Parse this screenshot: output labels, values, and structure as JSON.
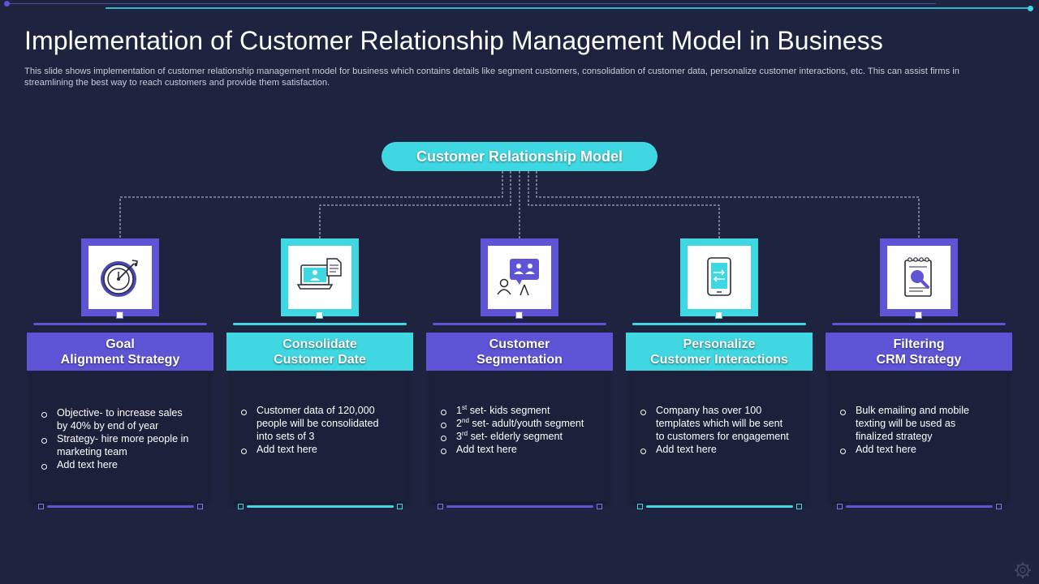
{
  "title": "Implementation of Customer Relationship Management Model in Business",
  "subtitle": "This slide shows implementation of customer relationship management model for business which contains details like segment customers, consolidation of customer data, personalize customer interactions, etc. This can assist firms in streamlining the best way to reach customers and provide them satisfaction.",
  "root": {
    "label": "Customer Relationship Model"
  },
  "colors": {
    "purple": "#5d55d6",
    "teal": "#3fd7e1",
    "background": "#1e2440",
    "card": "#1b213b"
  },
  "columns": [
    {
      "theme": "purple",
      "icon": "target-icon",
      "header": [
        "Goal",
        "Alignment Strategy"
      ],
      "bullets": [
        [
          "Objective- to increase sales by 40% by end of year"
        ],
        [
          "Strategy- hire more people in marketing team"
        ],
        [
          "Add text here"
        ]
      ]
    },
    {
      "theme": "teal",
      "icon": "laptop-data-icon",
      "header": [
        "Consolidate",
        "Customer Date"
      ],
      "bullets": [
        [
          "Customer data of 120,000 people will be consolidated into sets of 3"
        ],
        [
          "Add text here"
        ]
      ]
    },
    {
      "theme": "purple",
      "icon": "segmentation-presentation-icon",
      "header": [
        "Customer",
        "Segmentation"
      ],
      "bullets": [
        [
          "1",
          "st",
          " set- kids segment"
        ],
        [
          "2",
          "nd",
          " set- adult/youth segment"
        ],
        [
          "3",
          "rd",
          " set- elderly segment"
        ],
        [
          "Add text here"
        ]
      ]
    },
    {
      "theme": "teal",
      "icon": "smartphone-icon",
      "header": [
        "Personalize",
        "Customer Interactions"
      ],
      "bullets": [
        [
          "Company has over  100 templates which will be sent to customers for engagement"
        ],
        [
          "Add text here"
        ]
      ]
    },
    {
      "theme": "purple",
      "icon": "notepad-search-icon",
      "header": [
        "Filtering",
        "CRM Strategy"
      ],
      "bullets": [
        [
          "Bulk emailing and mobile texting will be used as finalized strategy"
        ],
        [
          "Add text here"
        ]
      ]
    }
  ]
}
